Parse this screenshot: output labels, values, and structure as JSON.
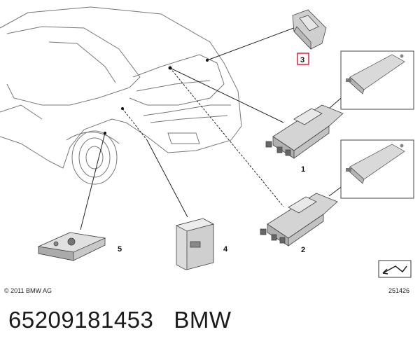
{
  "callouts": {
    "item1": "1",
    "item2": "2",
    "item3": "3",
    "item4": "4",
    "item5": "5"
  },
  "copyright": "© 2011 BMW AG",
  "diagram_number": "251426",
  "caption": {
    "part_number": "65209181453",
    "brand": "BMW"
  },
  "colors": {
    "outline": "#555555",
    "part_fill": "#d9d9d9",
    "highlight": "#e0213a"
  }
}
